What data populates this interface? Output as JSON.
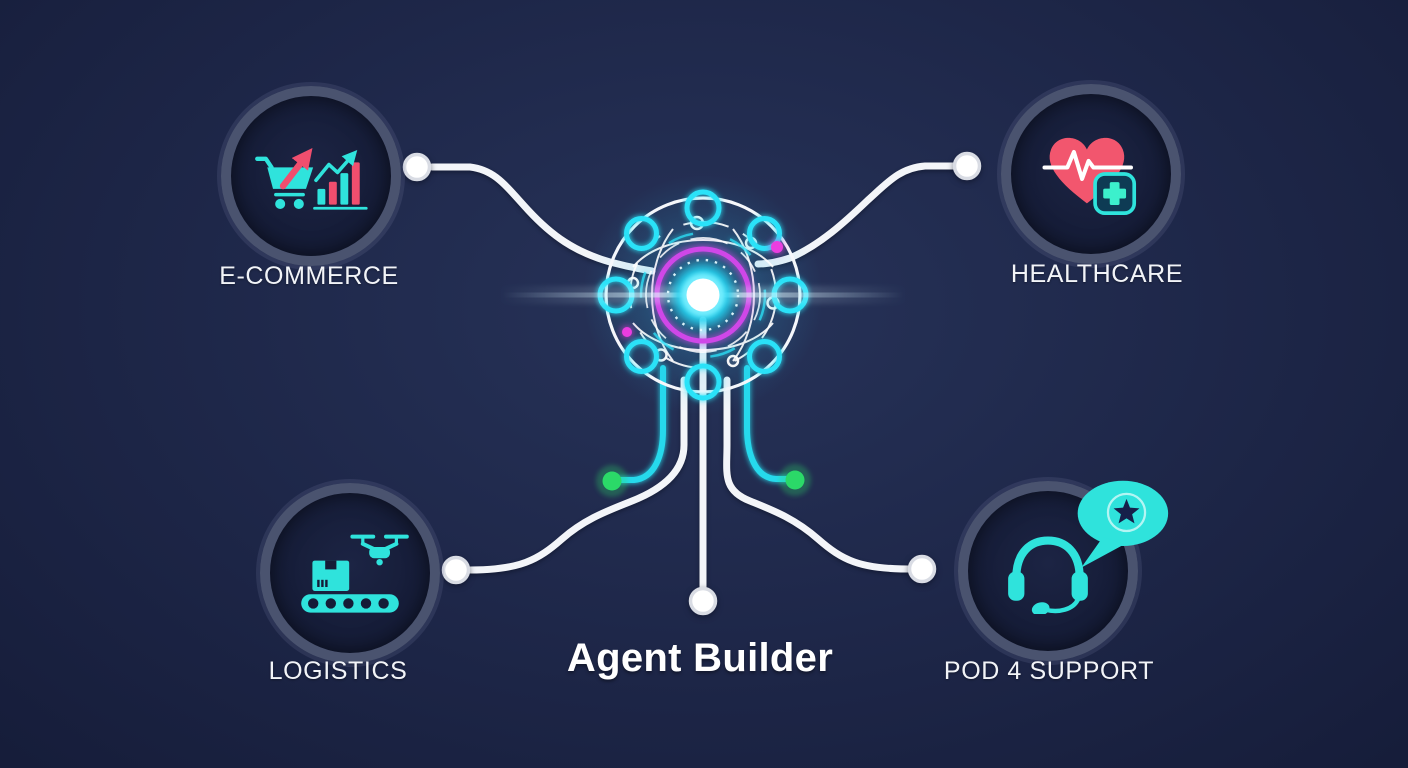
{
  "title": "Agent Builder",
  "hub": {
    "icon": "ai-core-orb"
  },
  "nodes": [
    {
      "id": "ecommerce",
      "label": "E-COMMERCE",
      "icon": "cart-growth-chart-icon",
      "position": "top-left"
    },
    {
      "id": "healthcare",
      "label": "HEALTHCARE",
      "icon": "heart-pulse-medical-icon",
      "position": "top-right"
    },
    {
      "id": "logistics",
      "label": "LOGISTICS",
      "icon": "conveyor-drone-icon",
      "position": "bottom-left"
    },
    {
      "id": "support",
      "label": "POD 4 SUPPORT",
      "icon": "headset-chat-star-icon",
      "position": "bottom-right"
    }
  ],
  "colors": {
    "background": "#1c2547",
    "cyan_accent": "#2fe3dc",
    "cyan_line": "#27d9ec",
    "pink_red_accent": "#f04e6e",
    "heart_red": "#f2566e",
    "magenta_glow": "#cf46e8",
    "green_dot": "#2bd968",
    "line_white": "#f3f5f9",
    "node_ring": "#4a536f",
    "node_fill": "#151c37",
    "label_text": "#f2f4f8"
  }
}
